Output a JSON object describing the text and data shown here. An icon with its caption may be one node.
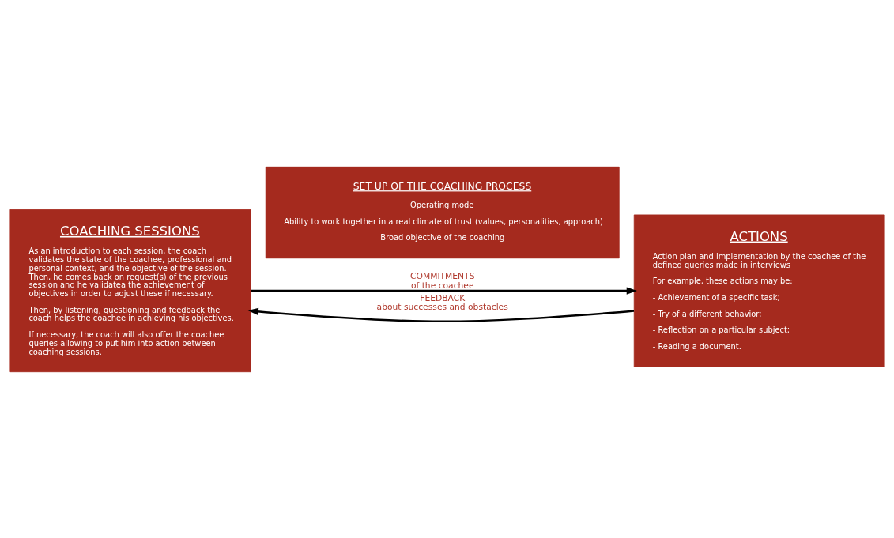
{
  "diagram": {
    "nodes": [
      {
        "text": [
          "SET UP OF THE COACHING PROCESS",
          "Operating mode",
          "Ability to work together in a real climate of trust (values, personalities, approach)",
          "Broad objective of the coaching"
        ]
      },
      {
        "text": [
          "COACHING SESSIONS",
          "As an introduction to each session, the coach validates the state of the coachee, professional and personal context, and the objective of the session. Then, he comes back on request(s) of the previous session and he validatea the achievement of objectives in order to adjust these if necessary.",
          "Then, by listening, questioning and feedback the coach helps the coachee in achieving his objectives.",
          "If necessary, the coach will also offer the coachee queries allowing to put him into action between coaching sessions."
        ]
      },
      {
        "text": [
          "ACTIONS",
          "Action plan and implementation by the coachee of the defined queries made in interviews",
          "For example, these actions may be:",
          "- Achievement of a specific task;",
          "- Try of a different behavior;",
          "- Reflection on a particular subject;",
          "- Reading a document."
        ]
      }
    ],
    "edges": [
      {
        "from": 1,
        "to": 2,
        "arrow": "to",
        "label": "COMMITMENTS of the coachee"
      },
      {
        "from": 2,
        "to": 1,
        "arrow": "to",
        "label": "FEEDBACK about successes and obstacles"
      }
    ]
  }
}
